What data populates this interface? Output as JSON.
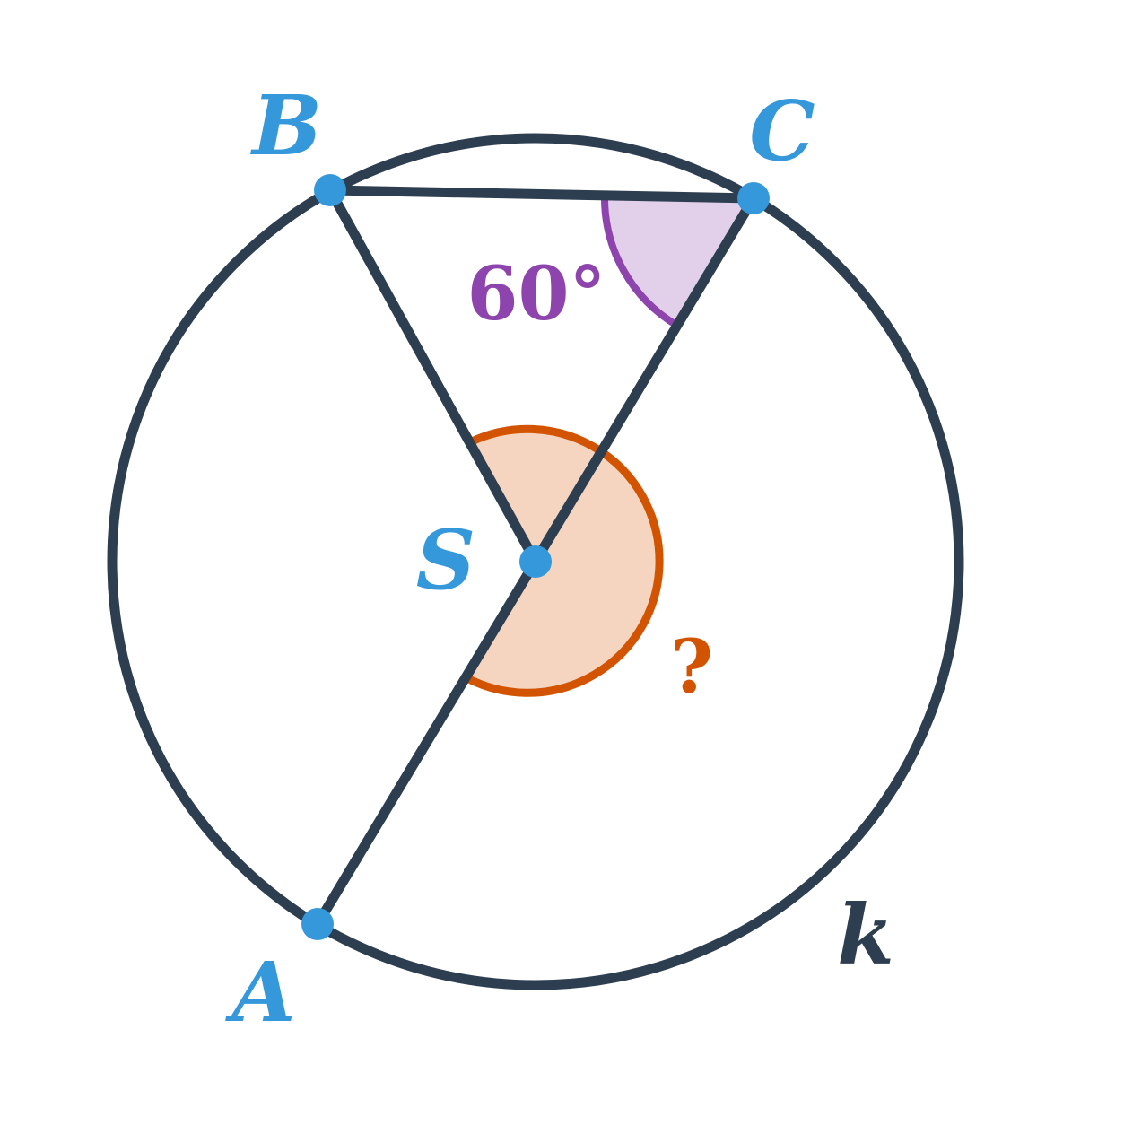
{
  "colors": {
    "stroke": "#2c3e50",
    "point": "#3498db",
    "angle_given_fill": "#e2d0ea",
    "angle_given_stroke": "#8e44ad",
    "angle_unknown_fill": "#f5d5bf",
    "angle_unknown_stroke": "#d35400"
  },
  "points": {
    "A": "A",
    "B": "B",
    "C": "C",
    "S": "S"
  },
  "circle_label": "k",
  "angles": {
    "given": "60°",
    "unknown": "?"
  }
}
